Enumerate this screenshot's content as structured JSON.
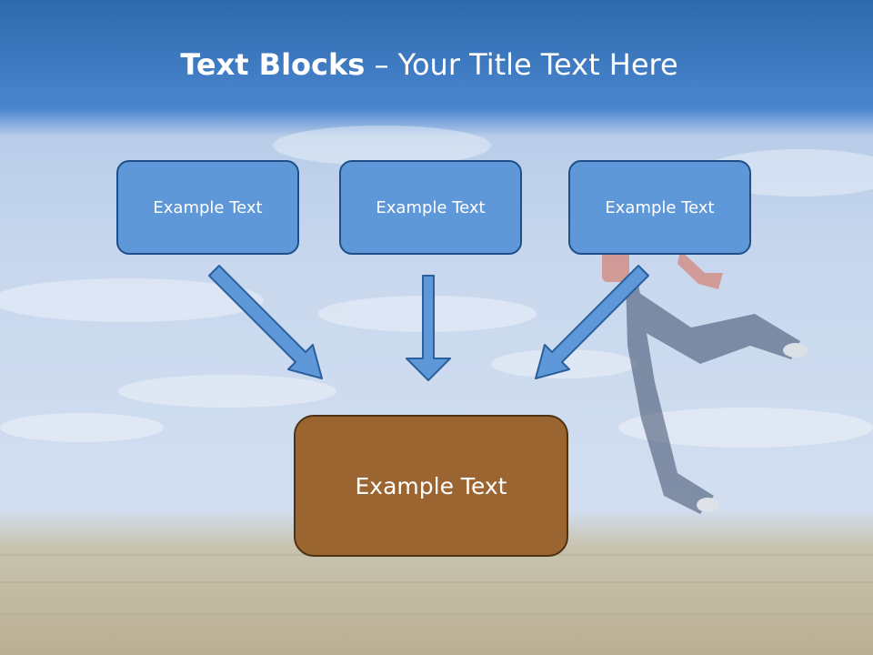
{
  "title": {
    "bold_part": "Text Blocks",
    "separator": " – ",
    "rest": "Your Title Text Here"
  },
  "boxes": {
    "top": [
      {
        "label": "Example Text"
      },
      {
        "label": "Example Text"
      },
      {
        "label": "Example Text"
      }
    ],
    "bottom": {
      "label": "Example Text"
    }
  },
  "colors": {
    "header_blue": "#3a76bf",
    "box_blue": "#5f98d8",
    "box_blue_border": "#1f4f8a",
    "box_brown": "#9a6530",
    "box_brown_border": "#4e3214",
    "arrow_fill": "#5f98d8",
    "arrow_stroke": "#2b5f9e"
  }
}
